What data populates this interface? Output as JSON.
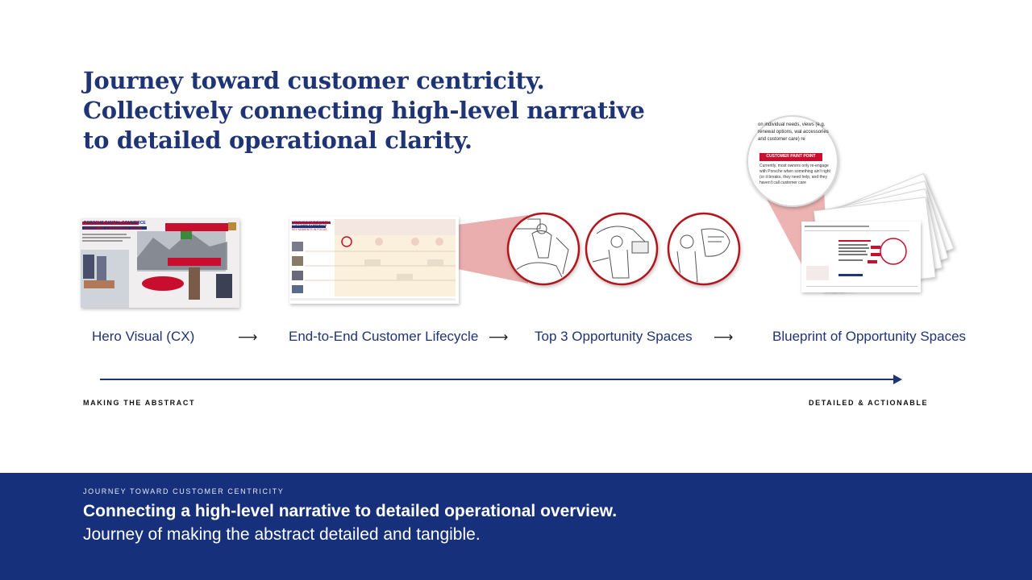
{
  "headline": {
    "line1": "Journey toward customer centricity.",
    "line2": "Collectively connecting high-level narrative",
    "line3": "to detailed operational clarity."
  },
  "stages": [
    {
      "label": "Hero Visual (CX)"
    },
    {
      "label": "End-to-End Customer Lifecycle"
    },
    {
      "label": "Top 3 Opportunity Spaces"
    },
    {
      "label": "Blueprint of Opportunity Spaces"
    }
  ],
  "stage_arrow": "⟶",
  "axis": {
    "start_label": "MAKING THE ABSTRACT",
    "end_label": "DETAILED & ACTIONABLE"
  },
  "thumbnails": {
    "hero": {
      "title": "PORSCHE DIGITAL COMMERCE",
      "subtitle": "CUSTOMER EXPERIENCE VISION"
    },
    "lifecycle": {
      "title": "LIFECYCLE OF THE DIGITAL CUSTOMER EXPERIENCE",
      "subtitle": "KEY MOMENTS IN FOCUS"
    },
    "blueprint": {
      "zoom_text_top": "on individual needs, views (e.g. renewal options, wal accessories and customer care) re",
      "zoom_badge": "CUSTOMER PAINT POINT",
      "zoom_text_body": "Currently, most owners only re-engage with Porsche when something ain't right (or it breaks, they need help, and they haven't call customer care"
    }
  },
  "footer": {
    "kicker": "JOURNEY TOWARD CUSTOMER CENTRICITY",
    "bold_text": "Connecting a high-level narrative to detailed operational overview.",
    "light_text": " Journey of making the abstract detailed and tangible."
  },
  "colors": {
    "navy": "#1f3474",
    "footer_bg": "#16307c",
    "accent_red": "#c8102e",
    "highlight_pink": "#e8a0a0"
  }
}
